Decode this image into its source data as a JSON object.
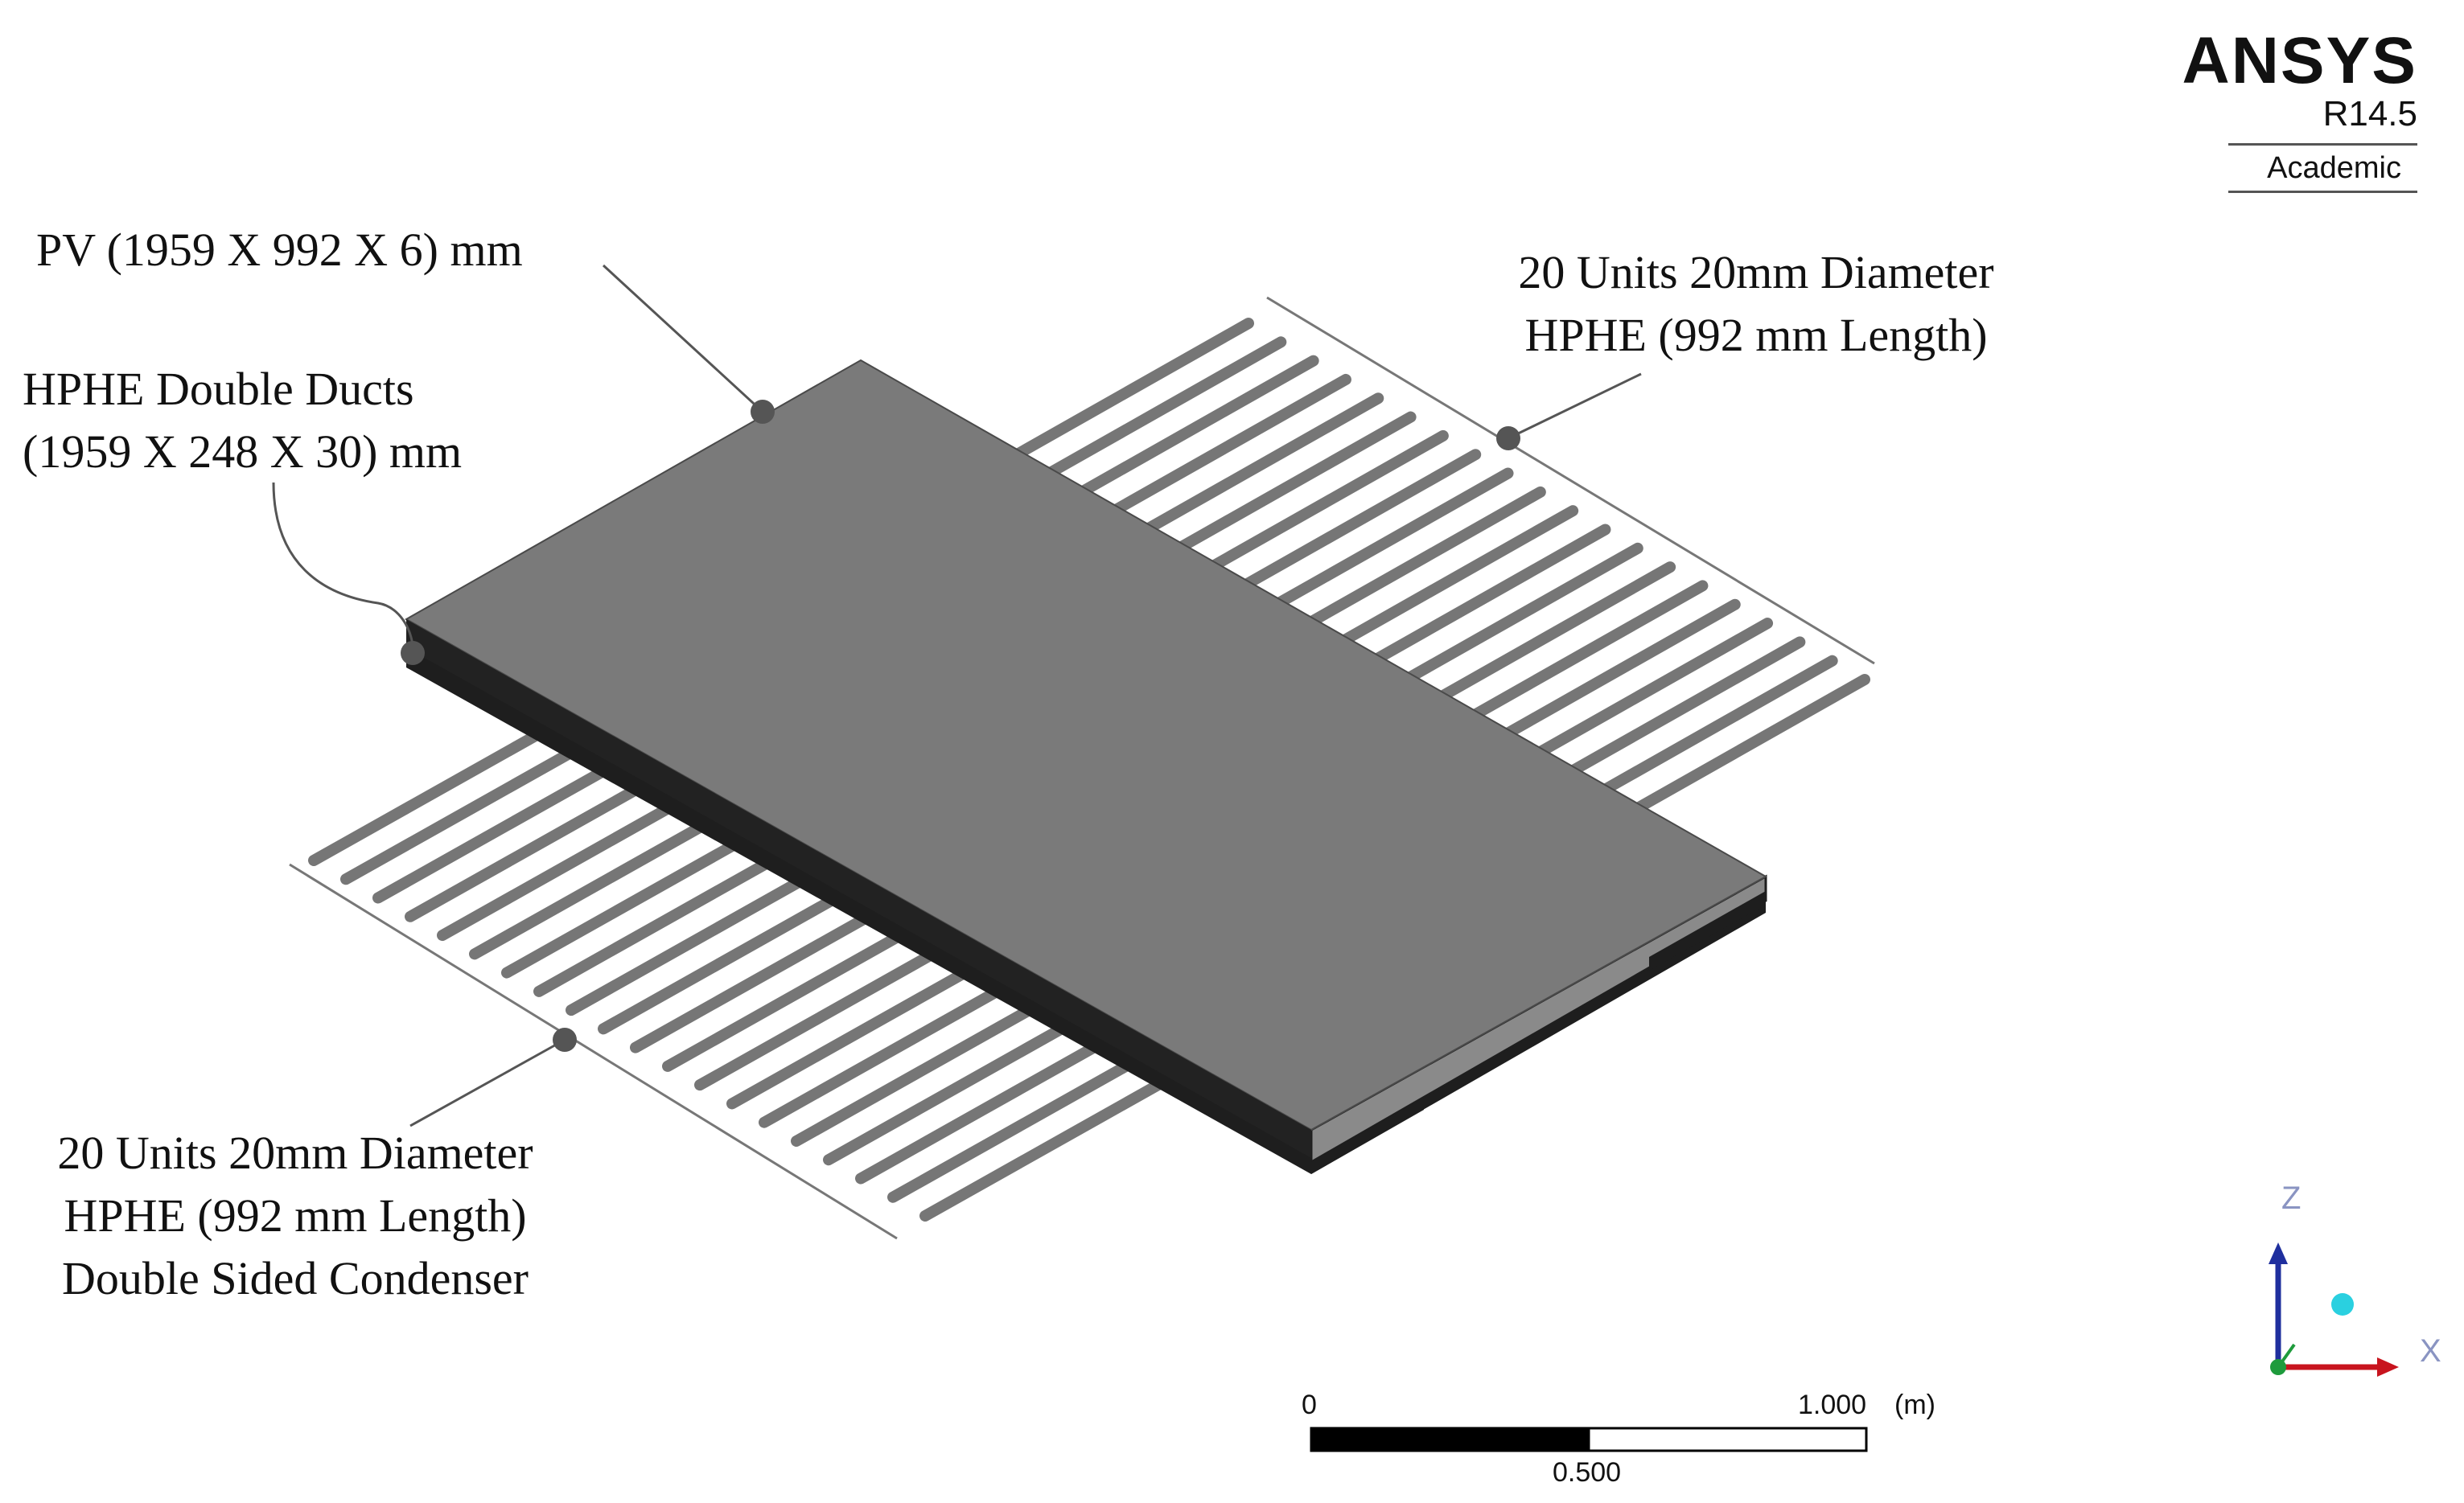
{
  "labels": {
    "pv": "PV (1959 X 992 X 6) mm",
    "ducts_line1": "HPHE Double Ducts",
    "ducts_line2": "(1959 X 248 X 30) mm",
    "top_right_line1": "20 Units 20mm Diameter",
    "top_right_line2": "HPHE (992 mm Length)",
    "bottom_left_line1": "20 Units 20mm Diameter",
    "bottom_left_line2": "HPHE (992 mm Length)",
    "bottom_left_line3": "Double Sided Condenser"
  },
  "logo": {
    "name": "ANSYS",
    "version": "R14.5",
    "edition": "Academic"
  },
  "scale_bar": {
    "start_label": "0",
    "mid_label": "0.500",
    "end_label": "1.000",
    "unit_label": "(m)"
  },
  "triad": {
    "z_label": "Z",
    "x_label": "X",
    "z_color": "#1f2f9e",
    "x_color": "#c8141e",
    "y_color": "#1e9b3c",
    "ball_color": "#2ad0e0"
  },
  "model": {
    "plate_color": "#7a7a7a",
    "edge_color": "#1e1e1e",
    "pipe_color": "#767676",
    "pipe_count_per_side": 20
  }
}
